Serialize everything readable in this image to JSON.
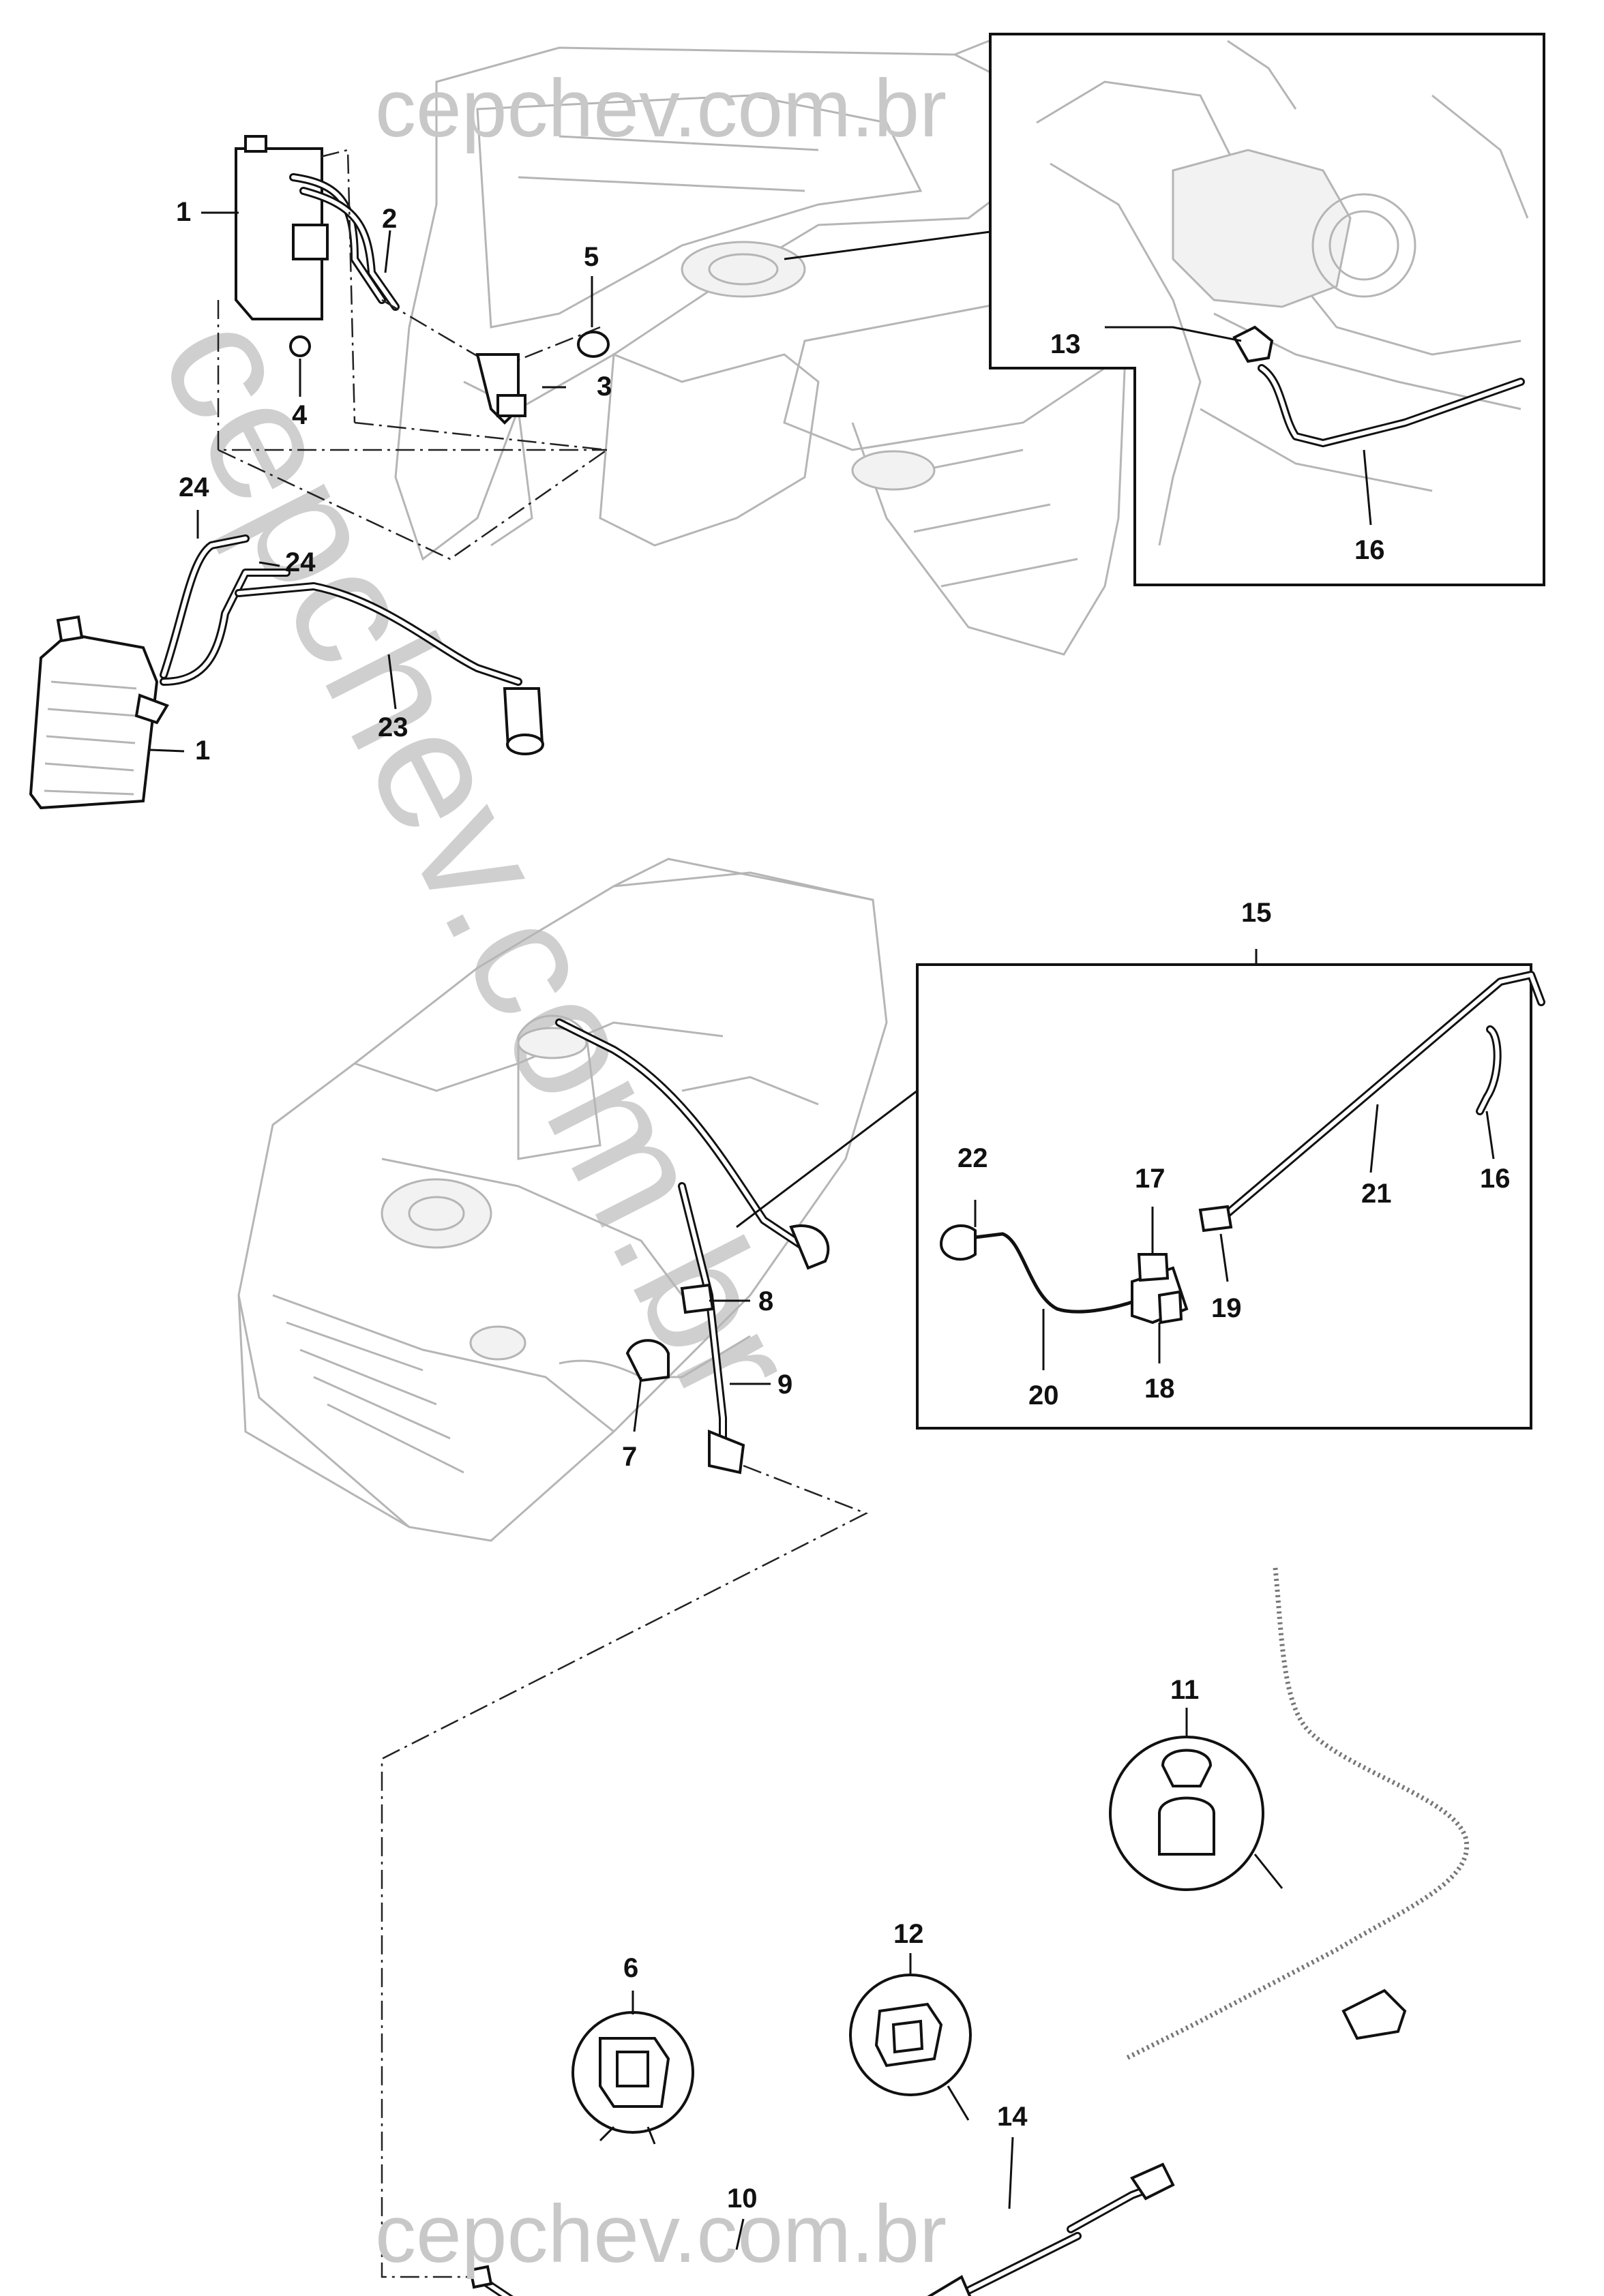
{
  "watermark": {
    "top": "cepchev.com.br",
    "bottom": "cepchev.com.br",
    "diagonal": "cepchev.com.br"
  },
  "callouts": [
    {
      "id": "c1a",
      "text": "1"
    },
    {
      "id": "c2",
      "text": "2"
    },
    {
      "id": "c5",
      "text": "5"
    },
    {
      "id": "c3",
      "text": "3"
    },
    {
      "id": "c4",
      "text": "4"
    },
    {
      "id": "c24a",
      "text": "24"
    },
    {
      "id": "c24b",
      "text": "24"
    },
    {
      "id": "c23",
      "text": "23"
    },
    {
      "id": "c1b",
      "text": "1"
    },
    {
      "id": "c13",
      "text": "13"
    },
    {
      "id": "c16a",
      "text": "16"
    },
    {
      "id": "c15",
      "text": "15"
    },
    {
      "id": "c22",
      "text": "22"
    },
    {
      "id": "c17",
      "text": "17"
    },
    {
      "id": "c21",
      "text": "21"
    },
    {
      "id": "c16b",
      "text": "16"
    },
    {
      "id": "c19",
      "text": "19"
    },
    {
      "id": "c20",
      "text": "20"
    },
    {
      "id": "c18",
      "text": "18"
    },
    {
      "id": "c8",
      "text": "8"
    },
    {
      "id": "c9",
      "text": "9"
    },
    {
      "id": "c7",
      "text": "7"
    },
    {
      "id": "c11",
      "text": "11"
    },
    {
      "id": "c6",
      "text": "6"
    },
    {
      "id": "c12",
      "text": "12"
    },
    {
      "id": "c14",
      "text": "14"
    },
    {
      "id": "c10",
      "text": "10"
    }
  ]
}
